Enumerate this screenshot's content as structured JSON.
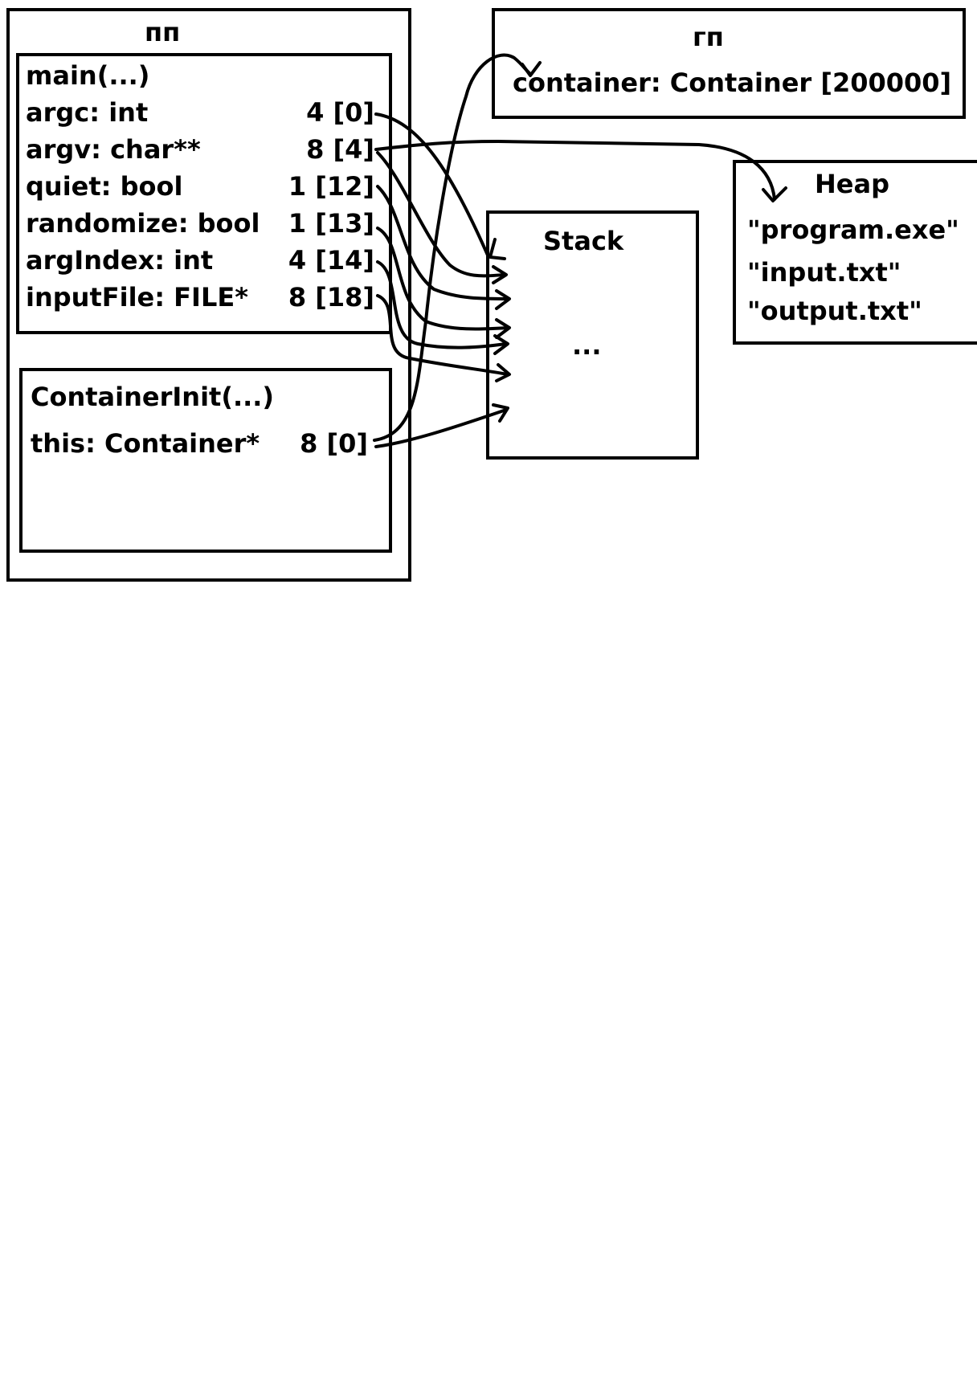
{
  "pp": {
    "title": "пп"
  },
  "gp": {
    "title": "гп",
    "variable": "container: Container [200000]"
  },
  "main_frame": {
    "header": "main(...)",
    "rows": [
      {
        "name": "argc: int",
        "size": "4 [0]"
      },
      {
        "name": "argv: char**",
        "size": "8 [4]"
      },
      {
        "name": "quiet: bool",
        "size": "1 [12]"
      },
      {
        "name": "randomize: bool",
        "size": "1 [13]"
      },
      {
        "name": "argIndex: int",
        "size": "4 [14]"
      },
      {
        "name": "inputFile: FILE*",
        "size": "8 [18]"
      }
    ]
  },
  "init_frame": {
    "header": "ContainerInit(...)",
    "row": {
      "name": "this: Container*",
      "size": "8 [0]"
    }
  },
  "stack": {
    "title": "Stack",
    "ellipsis": "..."
  },
  "heap": {
    "title": "Heap",
    "items": [
      "\"program.exe\"",
      "\"input.txt\"",
      "\"output.txt\""
    ]
  }
}
